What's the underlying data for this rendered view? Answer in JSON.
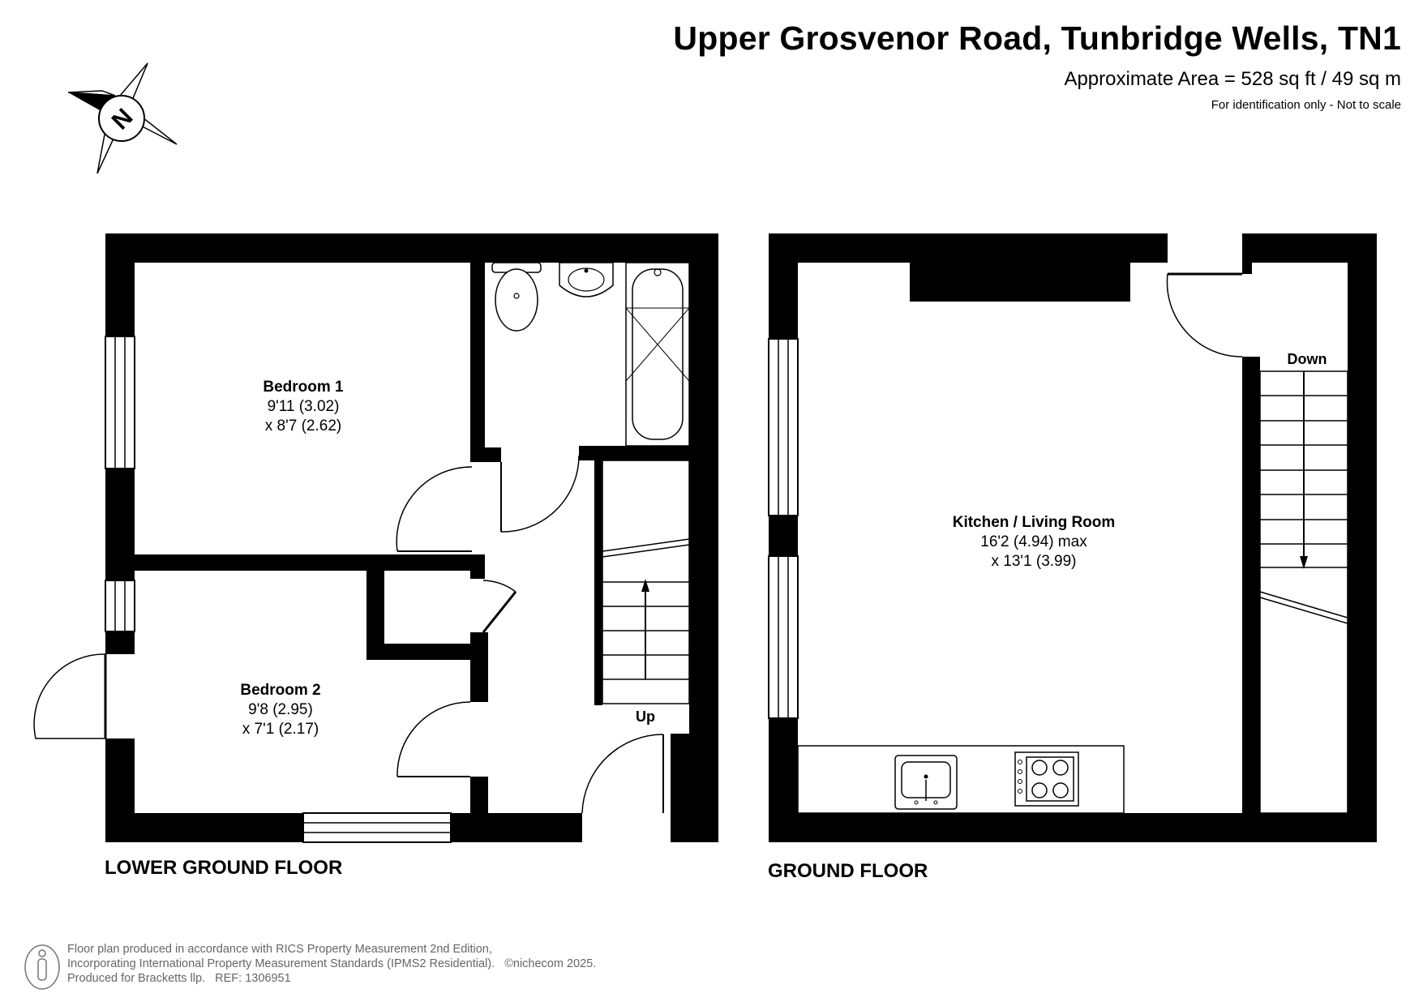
{
  "header": {
    "title": "Upper Grosvenor Road, Tunbridge Wells, TN1",
    "area": "Approximate Area = 528 sq ft / 49 sq m",
    "disclaimer": "For identification only - Not to scale"
  },
  "compass": {
    "letter": "N"
  },
  "floors": {
    "lower": {
      "label": "LOWER GROUND FLOOR",
      "rooms": {
        "bedroom1": {
          "name": "Bedroom 1",
          "dim1": "9'11 (3.02)",
          "dim2": "x 8'7 (2.62)"
        },
        "bedroom2": {
          "name": "Bedroom 2",
          "dim1": "9'8 (2.95)",
          "dim2": "x 7'1 (2.17)"
        }
      },
      "stairs_label": "Up"
    },
    "ground": {
      "label": "GROUND FLOOR",
      "rooms": {
        "kitchen": {
          "name": "Kitchen / Living Room",
          "dim1": "16'2 (4.94) max",
          "dim2": "x 13'1 (3.99)"
        }
      },
      "stairs_label": "Down"
    }
  },
  "footer": {
    "line1": "Floor plan produced in accordance with RICS Property Measurement 2nd Edition,",
    "line2": "Incorporating International Property Measurement Standards (IPMS2 Residential).",
    "copyright": "©nichecom 2025.",
    "line3": "Produced for Bracketts llp.",
    "ref": "REF: 1306951"
  },
  "colors": {
    "wall": "#000000",
    "fixture_stroke": "#000000",
    "footer_text": "#666666"
  }
}
